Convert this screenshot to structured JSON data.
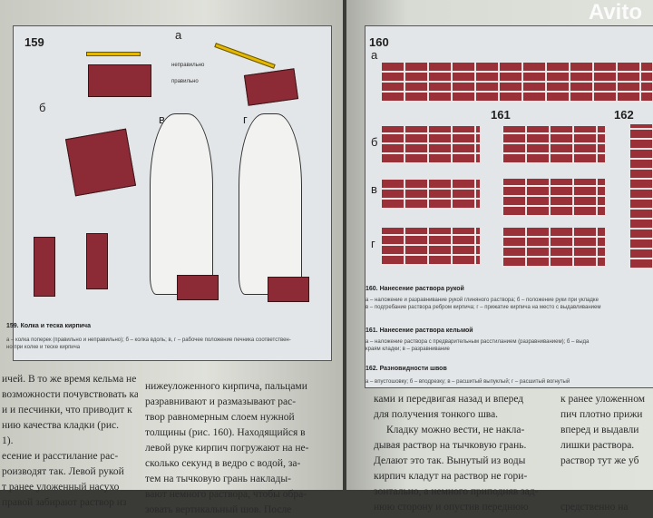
{
  "left_page": {
    "figure": {
      "number": "159",
      "labels": [
        "а",
        "б",
        "в",
        "г"
      ],
      "label_correct": "правильно",
      "label_incorrect": "неправильно",
      "caption_title": "159. Колка и теска кирпича",
      "caption_text": [
        "а – колка поперек (правильно и неправильно); б – колка вдоль; в, г – рабочее положение печника соответствен-",
        "но при колке и теске кирпича"
      ]
    },
    "text_col1": [
      "ичей. В то же время кельма не",
      "возможности почувствовать ка-",
      "и и песчинки, что приводит к",
      "нию качества кладки (рис.",
      "1).",
      "есение и расстилание рас-",
      "роизводят так. Левой рукой",
      "т ранее уложенный насухо",
      "правой забирают раствор из"
    ],
    "text_col2": [
      "нижеуложенного кирпича, пальцами",
      "разравнивают и размазывают рас-",
      "твор равномерным слоем нужной",
      "толщины (рис. 160). Находящийся в",
      "левой руке кирпич погружают на не-",
      "сколько секунд в ведро с водой, за-",
      "тем на тычковую грань наклады-",
      "вают немного раствора, чтобы обра-",
      "зовать вертикальный шов. После"
    ]
  },
  "right_page": {
    "figure": {
      "numbers": [
        "160",
        "161",
        "162"
      ],
      "labels": [
        "а",
        "б",
        "в",
        "г"
      ],
      "captions": [
        {
          "title": "160. Нанесение раствора рукой",
          "text": [
            "а – наложение и разравнивание рукой глиняного раствора; б – положение руки при укладке",
            "в – подгребание раствора ребром кирпича; г – прижатие кирпича на место с выдавливанием"
          ]
        },
        {
          "title": "161. Нанесение раствора кельмой",
          "text": [
            "а – наложение раствора с предварительным расстиланием (разравниванием); б – выда",
            "краям кладки; в – разравнивание"
          ]
        },
        {
          "title": "162. Разновидности швов",
          "text": [
            "а – впустошовку; б – вподрезку; в – расшитый выпуклый; г – расшитый вогнутый"
          ]
        }
      ]
    },
    "text_col1": [
      "ками и передвигая назад и вперед",
      "для получения тонкого шва.",
      "Кладку можно вести, не накла-",
      "дывая раствор на тычковую грань.",
      "Делают это так. Вынутый из воды",
      "кирпич кладут на раствор не гори-",
      "зонтально, а немного приподняв зад-",
      "нюю сторону и опустив переднюю"
    ],
    "text_col2": [
      "к ранее уложенном",
      "пич плотно прижи",
      "вперед и выдавли",
      "лишки раствора.",
      "раствор тут же уб",
      "",
      "",
      "средственно на"
    ]
  },
  "watermark": "Avito"
}
